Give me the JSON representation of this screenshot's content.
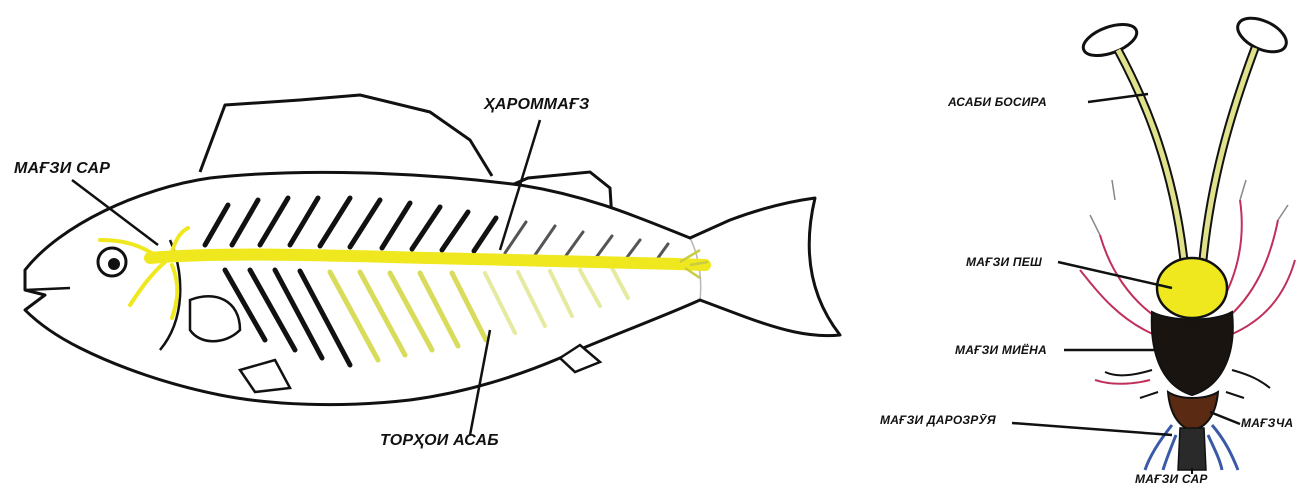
{
  "fish_diagram": {
    "labels": {
      "brain": "МАҒЗИ САР",
      "spinal_cord": "ҲАРОММАҒЗ",
      "nerve_network": "ТОРҲОИ АСАБ"
    }
  },
  "brain_diagram": {
    "labels": {
      "optic_nerve": "АСАБИ БОСИРА",
      "forebrain": "МАҒЗИ ПЕШ",
      "midbrain": "МАҒЗИ МИЁНА",
      "medulla": "МАҒЗИ ДАРОЗРӮЯ",
      "cerebellum": "МАҒЗЧА",
      "brain": "МАҒЗИ САР"
    }
  },
  "colors": {
    "outline": "#111111",
    "nerve_yellow": "#f0e81e",
    "nerve_pale": "#e8ec9a",
    "brain_dark": "#1a1410",
    "brain_brown": "#5a2a12",
    "nerve_red": "#c0305a",
    "nerve_blue": "#3a5aa8"
  }
}
